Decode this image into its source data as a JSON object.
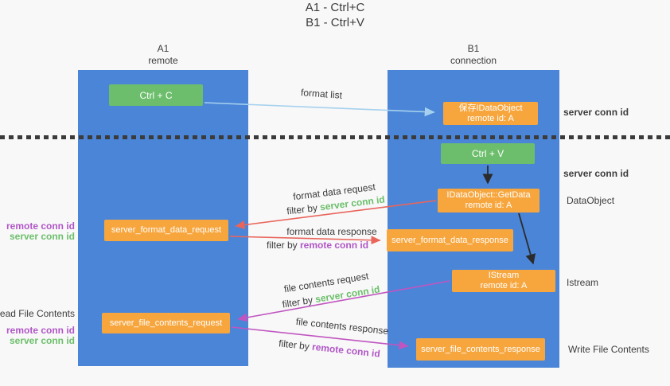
{
  "colors": {
    "background": "#f8f8f8",
    "lane_blue": "#4b85d8",
    "box_green": "#6cbe6c",
    "box_orange": "#f7a63e",
    "arrow_light_blue": "#a6d1ee",
    "arrow_black": "#2b2b2b",
    "arrow_red": "#e9655c",
    "arrow_magenta": "#c055c0",
    "label_green": "#6cbf6b",
    "label_purple": "#b056c6",
    "text_dark": "#3c3c3c"
  },
  "title": {
    "line1": "A1 - Ctrl+C",
    "line2": "B1 - Ctrl+V"
  },
  "lanes": {
    "left": {
      "name": "A1",
      "role": "remote"
    },
    "right": {
      "name": "B1",
      "role": "connection"
    }
  },
  "nodes": {
    "ctrl_c": "Ctrl + C",
    "ctrl_v": "Ctrl + V",
    "save_idataobject_line1": "保存IDataObject",
    "save_idataobject_line2": "remote id: A",
    "getdata_line1": "IDataObject::GetData",
    "getdata_line2": "remote id: A",
    "istream_line1": "IStream",
    "istream_line2": "remote id: A",
    "format_request": "server_format_data_request",
    "format_response": "server_format_data_response",
    "file_request": "server_file_contents_request",
    "file_response": "server_file_contents_response"
  },
  "edge_labels": {
    "format_list": "format list",
    "format_data_request": "format data request",
    "format_data_response": "format data response",
    "file_contents_request": "file contents request",
    "file_contents_response": "file contents response",
    "filter_by": "filter by",
    "server_conn_id": "server conn id",
    "remote_conn_id": "remote conn id"
  },
  "side_labels": {
    "server_conn_id": "server conn id",
    "remote_conn_id": "remote conn id",
    "dataobject": "DataObject",
    "istream": "Istream",
    "read_file_contents": "Read File Contents",
    "write_file_contents": "Write File Contents"
  }
}
